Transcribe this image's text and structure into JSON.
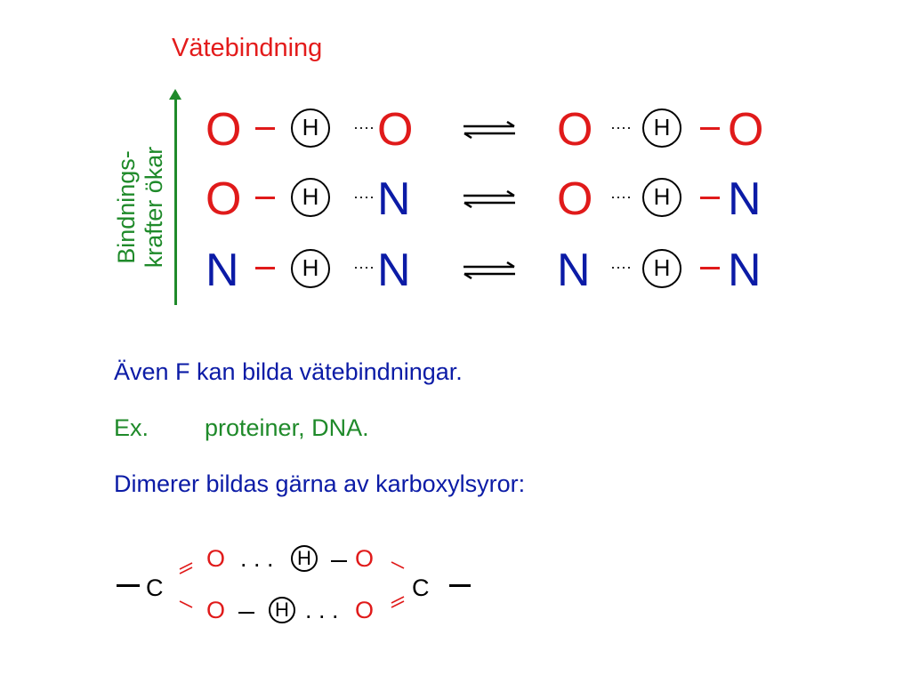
{
  "title": "Vätebindning",
  "axis_label_line1": "Bindnings-",
  "axis_label_line2": "krafter ökar",
  "rows": [
    {
      "l1": "O",
      "l2": "O",
      "r1": "O",
      "r2": "O",
      "h": "H",
      "dots": "····"
    },
    {
      "l1": "O",
      "l2": "N",
      "r1": "O",
      "r2": "N",
      "h": "H",
      "dots": "····"
    },
    {
      "l1": "N",
      "l2": "N",
      "r1": "N",
      "r2": "N",
      "h": "H",
      "dots": "····"
    }
  ],
  "text": {
    "line1": "Även F kan bilda vätebindningar.",
    "ex": "Ex.",
    "examples": "proteiner, DNA.",
    "line3": "Dimerer bildas gärna av karboxylsyror:"
  },
  "dimer": {
    "c_left": "C",
    "c_right": "C",
    "top_o1": "O",
    "top_dots": ". . .",
    "top_h": "H",
    "top_o2": "O",
    "bot_o1": "O",
    "bot_h": "H",
    "bot_dots": ". . .",
    "bot_o2": "O"
  },
  "colors": {
    "oxygen": "#e01a1a",
    "nitrogen": "#0b1ba6",
    "axis": "#1f8a2a",
    "title": "#e31b1b"
  }
}
